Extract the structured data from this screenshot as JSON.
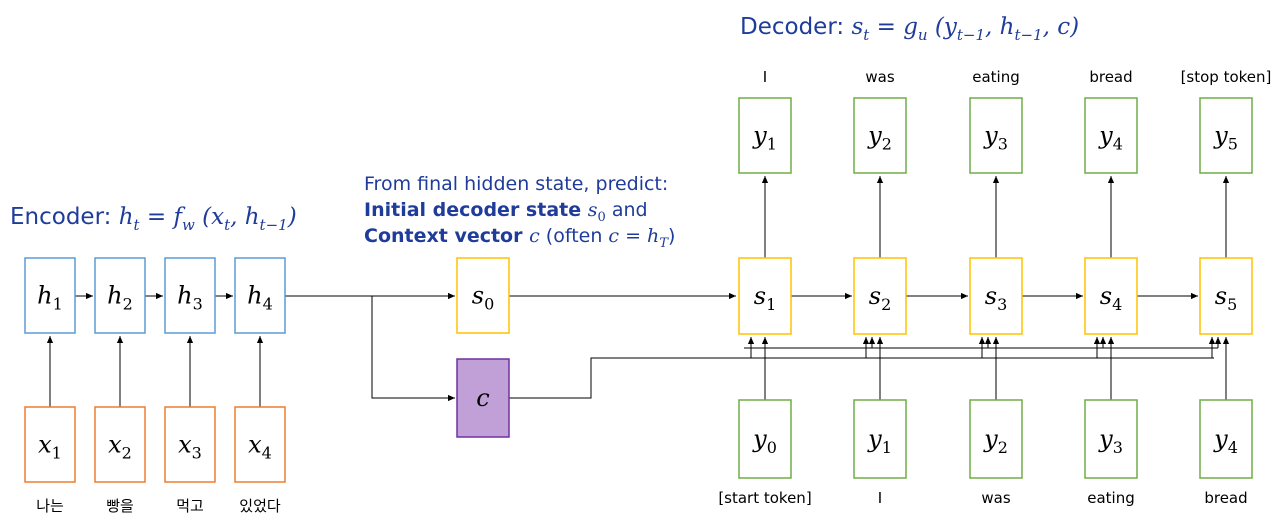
{
  "encoder": {
    "title_prefix": "Encoder: ",
    "title_formula": "h_t = f_w (x_t, h_{t-1})",
    "hidden": [
      {
        "base": "h",
        "sub": "1"
      },
      {
        "base": "h",
        "sub": "2"
      },
      {
        "base": "h",
        "sub": "3"
      },
      {
        "base": "h",
        "sub": "4"
      }
    ],
    "inputs": [
      {
        "base": "x",
        "sub": "1"
      },
      {
        "base": "x",
        "sub": "2"
      },
      {
        "base": "x",
        "sub": "3"
      },
      {
        "base": "x",
        "sub": "4"
      }
    ],
    "input_words": [
      "나는",
      "빵을",
      "먹고",
      "있었다"
    ]
  },
  "middle": {
    "line1": "From final hidden state, predict:",
    "line2_bold": "Initial decoder state",
    "line2_var": "s",
    "line2_sub": "0",
    "line2_rest": " and",
    "line3_bold": "Context vector",
    "line3_var": "c",
    "line3_rest_open": " (often ",
    "line3_eq": "c = h",
    "line3_sub": "T",
    "line3_close": ")",
    "s0": {
      "base": "s",
      "sub": "0"
    },
    "context": {
      "base": "c"
    }
  },
  "decoder": {
    "title_prefix": "Decoder: ",
    "title_formula": "s_t = g_u (y_{t-1}, h_{t-1}, c)",
    "states": [
      {
        "base": "s",
        "sub": "1"
      },
      {
        "base": "s",
        "sub": "2"
      },
      {
        "base": "s",
        "sub": "3"
      },
      {
        "base": "s",
        "sub": "4"
      },
      {
        "base": "s",
        "sub": "5"
      }
    ],
    "outputs": [
      {
        "base": "y",
        "sub": "1"
      },
      {
        "base": "y",
        "sub": "2"
      },
      {
        "base": "y",
        "sub": "3"
      },
      {
        "base": "y",
        "sub": "4"
      },
      {
        "base": "y",
        "sub": "5"
      }
    ],
    "inputs": [
      {
        "base": "y",
        "sub": "0"
      },
      {
        "base": "y",
        "sub": "1"
      },
      {
        "base": "y",
        "sub": "2"
      },
      {
        "base": "y",
        "sub": "3"
      },
      {
        "base": "y",
        "sub": "4"
      }
    ],
    "output_words": [
      "I",
      "was",
      "eating",
      "bread",
      "[stop token]"
    ],
    "input_words": [
      "[start token]",
      "I",
      "was",
      "eating",
      "bread"
    ]
  },
  "colors": {
    "text_blue": "#1f3c9a",
    "encoder_box": "#5b9bd5",
    "input_box": "#ed7d31",
    "state_box": "#ffc000",
    "token_box": "#70ad47",
    "context_fill": "#c0a0d6",
    "context_stroke": "#7030a0",
    "arrow": "#000000"
  }
}
